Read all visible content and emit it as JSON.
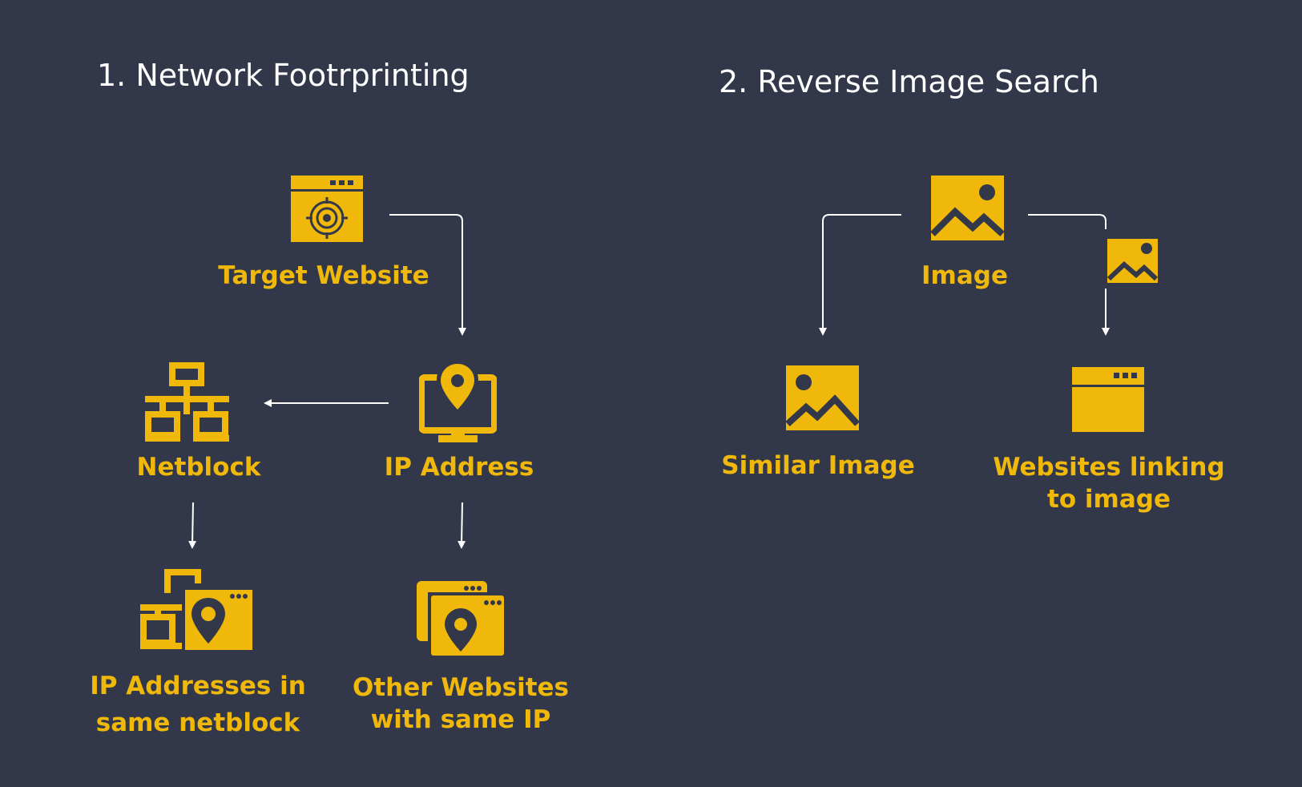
{
  "colors": {
    "background": "#323849",
    "accent": "#f0b80a",
    "title": "#ffffff",
    "arrow": "#ffffff"
  },
  "section1": {
    "title": "1. Network Footrprinting",
    "nodes": {
      "target_website": {
        "label": "Target Website",
        "icon": "target-website-icon"
      },
      "ip_address": {
        "label": "IP Address",
        "icon": "monitor-location-icon"
      },
      "netblock": {
        "label": "Netblock",
        "icon": "network-icon"
      },
      "ip_addresses_netblock": {
        "label_line1": "IP Addresses in",
        "label_line2": "same netblock",
        "icon": "network-location-icon"
      },
      "other_websites": {
        "label_line1": "Other Websites",
        "label_line2": "with same IP",
        "icon": "websites-location-icon"
      }
    }
  },
  "section2": {
    "title": "2. Reverse Image Search",
    "nodes": {
      "image": {
        "label": "Image",
        "icon": "image-icon"
      },
      "similar_image": {
        "label": "Similar Image",
        "icon": "image-icon"
      },
      "websites_linking": {
        "label_line1": "Websites linking",
        "label_line2": "to image",
        "icon": "browser-window-icon"
      }
    }
  }
}
